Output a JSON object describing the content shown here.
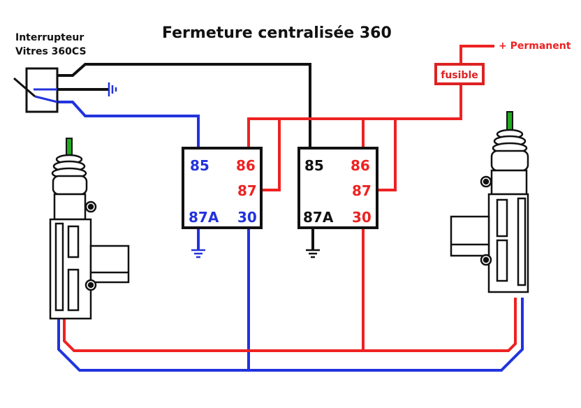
{
  "title": "Fermeture centralisée 360",
  "switch": {
    "line1": "Interrupteur",
    "line2": "Vitres 360CS"
  },
  "supply": {
    "label": "+ Permanent",
    "fuse_label": "fusible"
  },
  "relays": [
    {
      "pins": {
        "p85": "85",
        "p86": "86",
        "p87": "87",
        "p87a": "87A",
        "p30": "30"
      }
    },
    {
      "pins": {
        "p85": "85",
        "p86": "86",
        "p87": "87",
        "p87a": "87A",
        "p30": "30"
      }
    }
  ],
  "colors": {
    "red": "#ee2222",
    "blue": "#2233dd",
    "black": "#111111",
    "green": "#22aa22",
    "fuse": "#dd2222"
  },
  "icons": [
    "ground-icon",
    "actuator-icon",
    "switch-icon"
  ]
}
